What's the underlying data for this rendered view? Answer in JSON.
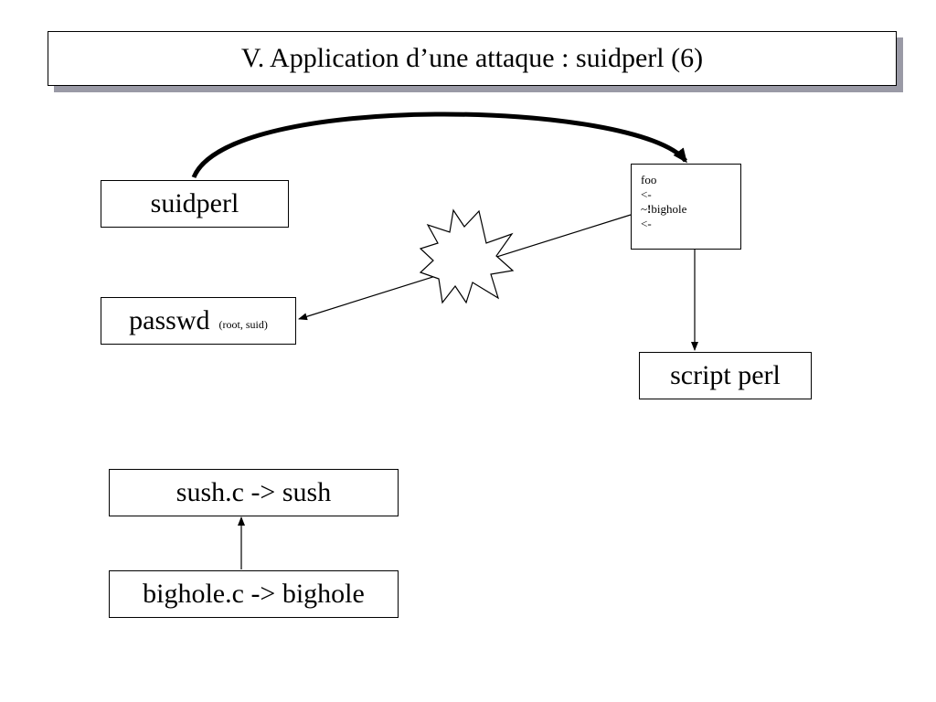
{
  "slide": {
    "title": "V. Application d’une attaque : suidperl (6)"
  },
  "nodes": {
    "suidperl": "suidperl",
    "passwd": "passwd",
    "passwd_note": "(root, suid)",
    "foo_lines": [
      "foo",
      "<-",
      "bighole",
      "<-"
    ],
    "foo_tilde": "~",
    "foo_bang": "!",
    "script_perl": "script perl",
    "sush": "sush.c -> sush",
    "bighole": "bighole.c -> bighole"
  },
  "colors": {
    "title_shadow": "#9a9aa6",
    "stroke": "#000000",
    "background": "#ffffff"
  }
}
